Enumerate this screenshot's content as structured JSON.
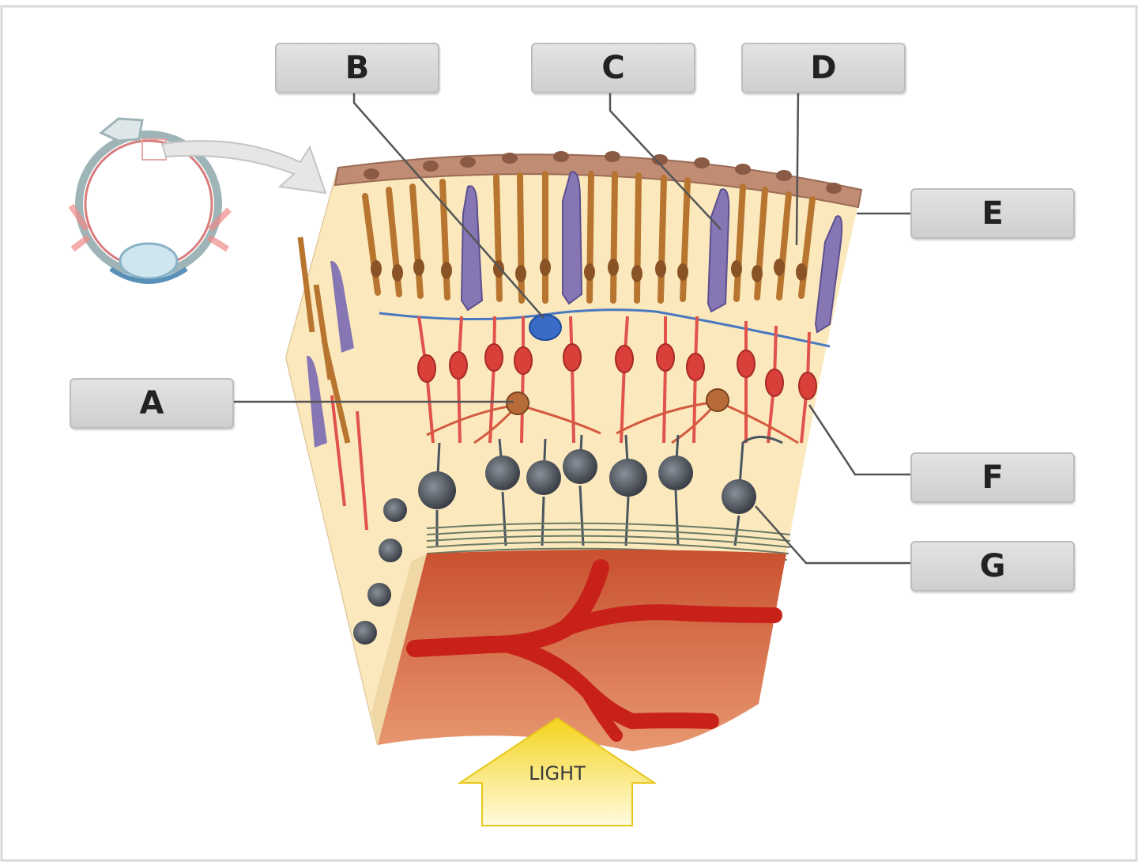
{
  "labels": {
    "A": "A",
    "B": "B",
    "C": "C",
    "D": "D",
    "E": "E",
    "F": "F",
    "G": "G"
  },
  "arrow_text": "LIGHT"
}
